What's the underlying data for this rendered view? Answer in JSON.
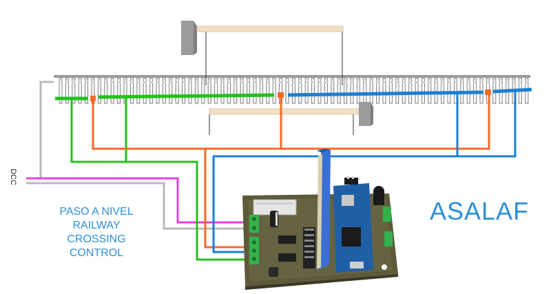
{
  "diagram": {
    "brand": "ASALAF",
    "title_lines": [
      "PASO A NIVEL",
      "RAILWAY",
      "CROSSING",
      "CONTROL"
    ],
    "dcc_label": "DCC",
    "wire_colors": {
      "dcc_grey": "#b9b9b9",
      "dcc_magenta": "#e83fe0",
      "green_track": "#22c21b",
      "blue_track": "#1c7fd3",
      "orange_sensor": "#f36a2b"
    },
    "components": {
      "barriers": [
        "barrier-top",
        "barrier-lower"
      ],
      "boards": [
        "controller-board",
        "servo-driver-card",
        "arduino-nano"
      ]
    }
  }
}
